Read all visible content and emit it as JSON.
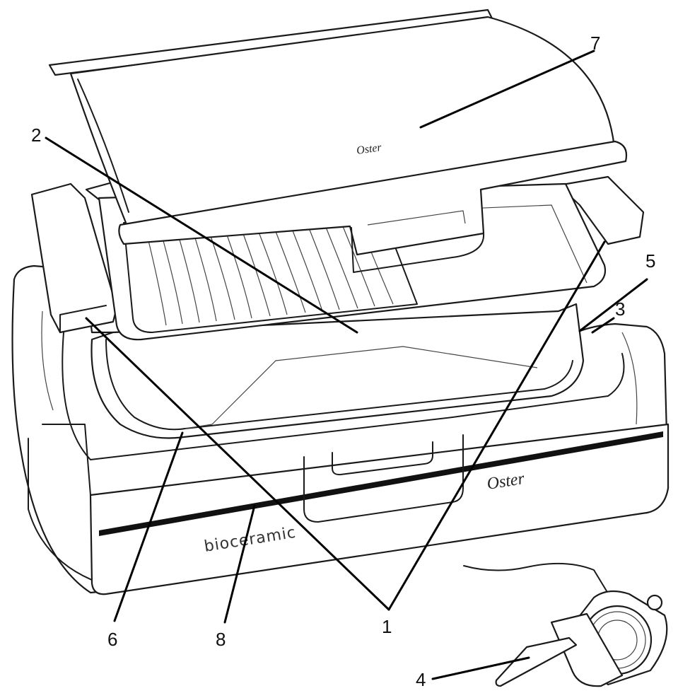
{
  "callouts": [
    {
      "id": "1",
      "label": "1"
    },
    {
      "id": "2",
      "label": "2"
    },
    {
      "id": "3",
      "label": "3"
    },
    {
      "id": "4",
      "label": "4"
    },
    {
      "id": "5",
      "label": "5"
    },
    {
      "id": "6",
      "label": "6"
    },
    {
      "id": "7",
      "label": "7"
    },
    {
      "id": "8",
      "label": "8"
    }
  ],
  "branding": {
    "lid_logo": "Oster",
    "base_logo": "Oster",
    "base_wordmark": "bioceramic"
  }
}
